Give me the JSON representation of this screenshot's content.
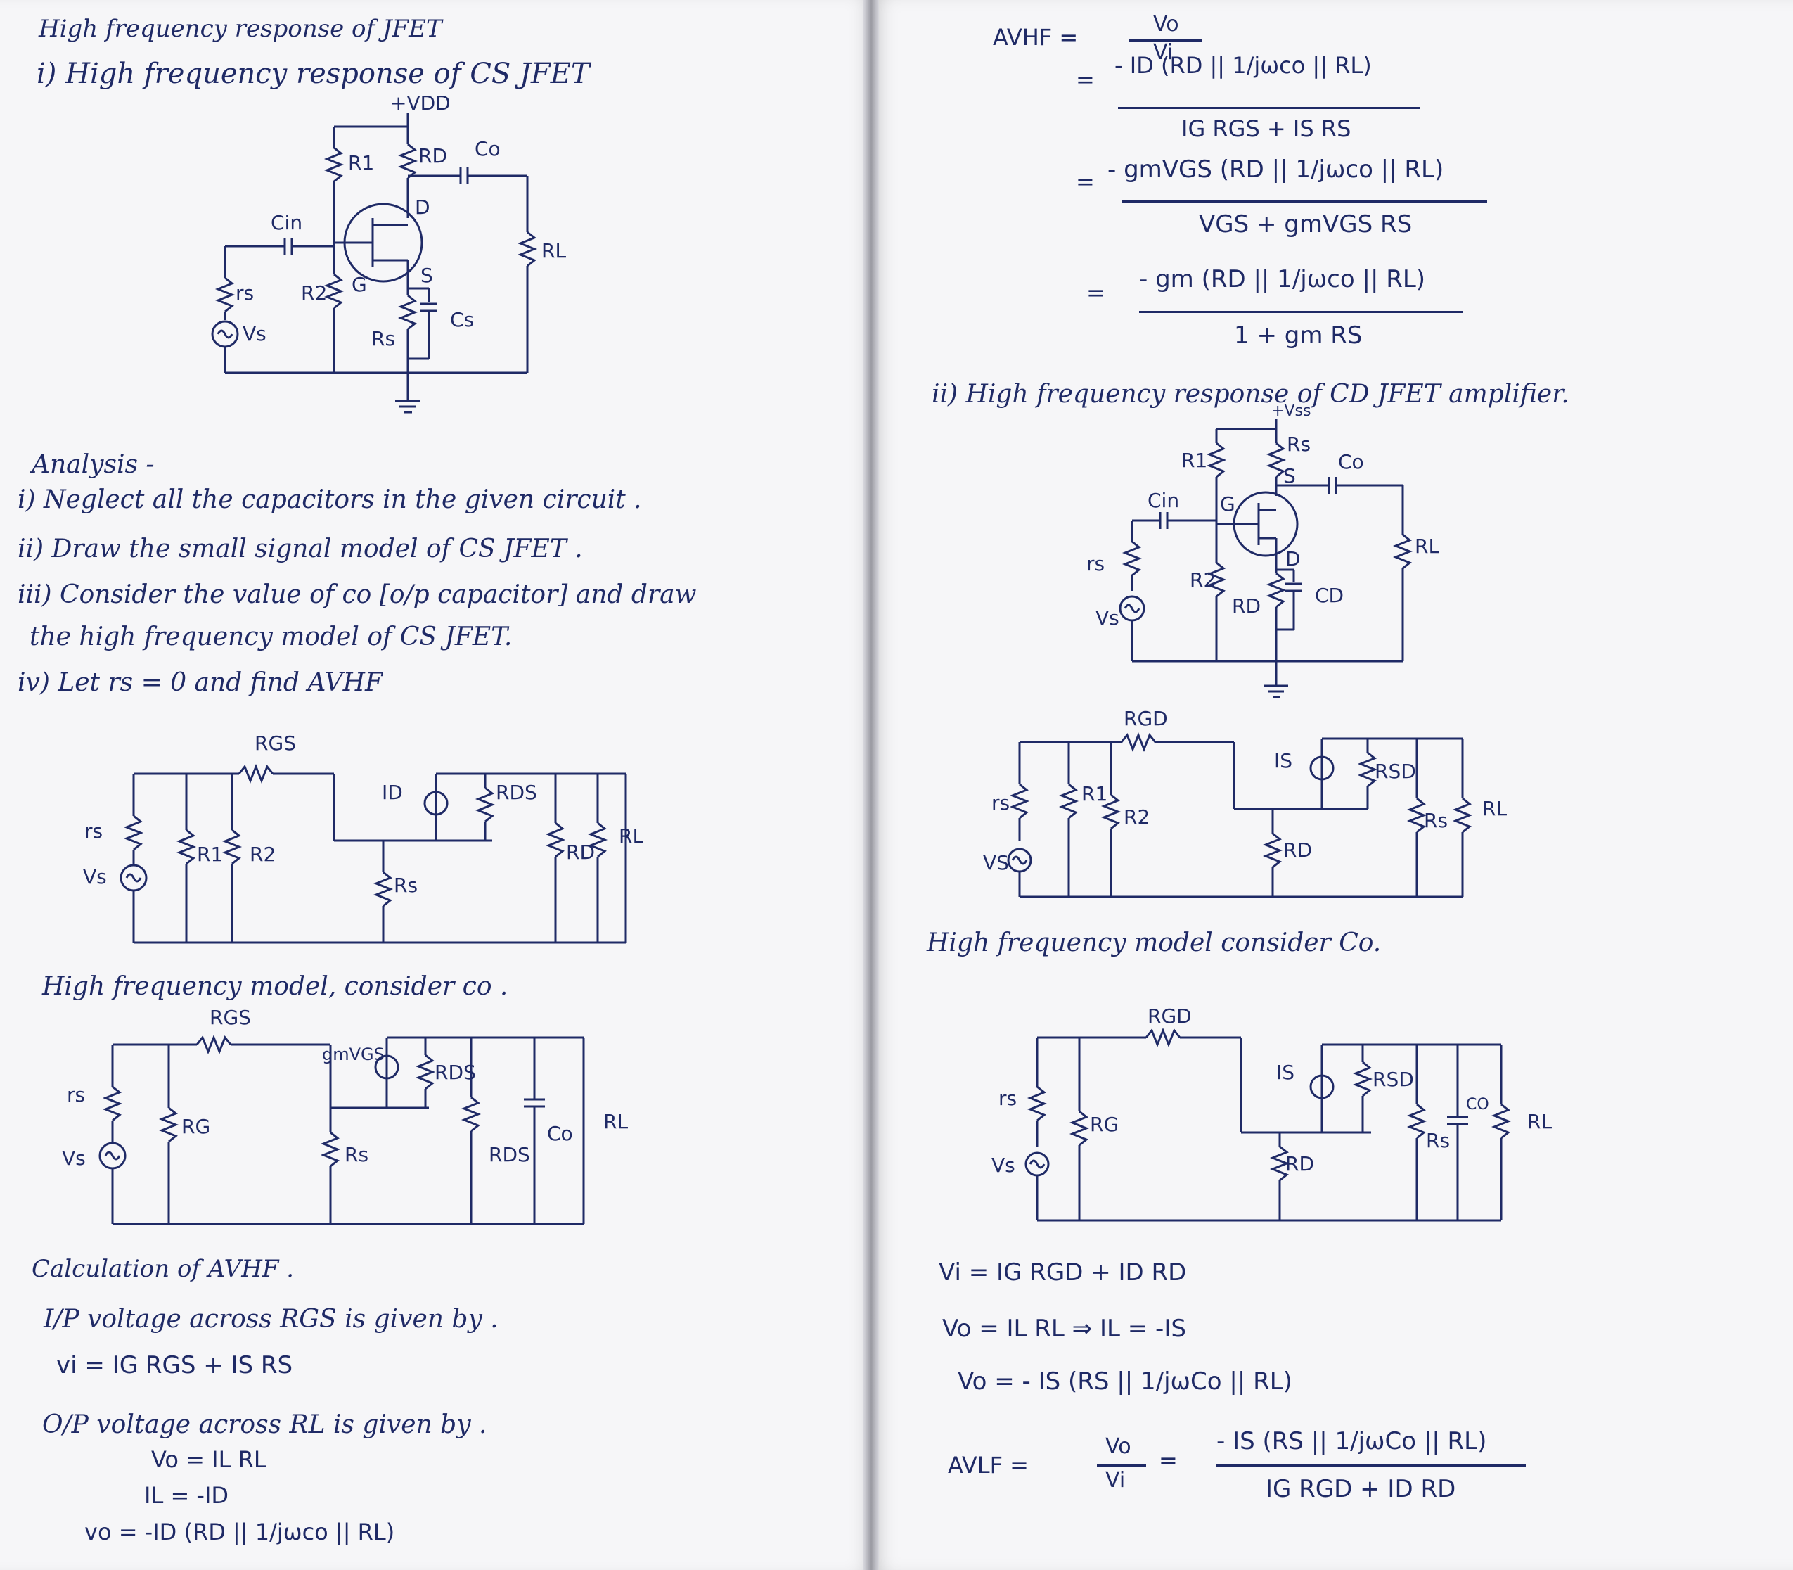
{
  "left": {
    "heading": "High frequency response of JFET",
    "section_i": "i) High frequency response of CS JFET",
    "cs_circuit_labels": {
      "vdd": "+VDD",
      "r1": "R1",
      "rd": "RD",
      "co": "Co",
      "cin": "Cin",
      "d": "D",
      "g": "G",
      "s": "S",
      "rl": "RL",
      "rs_src": "rs",
      "r2": "R2",
      "vs": "Vs",
      "rs": "Rs",
      "cs": "Cs"
    },
    "analysis_title": "Analysis -",
    "analysis_steps": [
      "i) Neglect all the capacitors in the given circuit .",
      "ii) Draw the small signal model of CS JFET .",
      "iii) Consider the value of co [o/p capacitor] and draw",
      "the high frequency model of CS JFET.",
      "iv) Let rs = 0 and find AVHF"
    ],
    "model1_labels": {
      "rgs": "RGS",
      "id": "ID",
      "rds": "RDS",
      "rs_src": "rs",
      "vs": "Vs",
      "r1": "R1",
      "r2": "R2",
      "rs": "Rs",
      "rd": "RD",
      "rl": "RL"
    },
    "hf_model_caption": "High frequency model, consider co .",
    "model2_labels": {
      "rgs": "RGS",
      "gm": "gmVGS",
      "rds": "RDS",
      "rs_src": "rs",
      "rg": "RG",
      "vs": "Vs",
      "rs": "Rs",
      "rds2": "RDS",
      "co": "Co",
      "rl": "RL"
    },
    "calc_title": "Calculation of AVHF .",
    "calc_lines": [
      "I/P voltage across RGS is given by .",
      "vi = IG RGS + IS RS",
      "O/P voltage across RL is given by .",
      "Vo = IL RL",
      "IL = -ID",
      "vo = -ID (RD || 1/jωco || RL)"
    ]
  },
  "right": {
    "avhf_lhs": "AVHF =",
    "eq1_num": "Vo",
    "eq1_den": "Vi",
    "eq2_num": "- ID (RD || 1/jωco || RL)",
    "eq2_den": "IG RGS + IS RS",
    "eq3_num": "- gmVGS (RD || 1/jωco || RL)",
    "eq3_den": "VGS + gmVGS RS",
    "eq4_num": "- gm (RD || 1/jωco || RL)",
    "eq4_den": "1 + gm RS",
    "eq_sign": "=",
    "section_ii": "ii) High frequency response of CD JFET amplifier.",
    "cd_circuit_labels": {
      "vss": "+Vss",
      "r1": "R1",
      "rs": "Rs",
      "s": "S",
      "co": "Co",
      "cin": "Cin",
      "g": "G",
      "rs_src": "rs",
      "r2": "R2",
      "d": "D",
      "rl": "RL",
      "vs": "Vs",
      "rd": "RD",
      "cd": "CD"
    },
    "model3_labels": {
      "rgd": "RGD",
      "is": "IS",
      "rsd": "RSD",
      "rs_src": "rs",
      "r1": "R1",
      "r2": "R2",
      "rs": "Rs",
      "rl": "RL",
      "vs": "VS",
      "rd": "RD"
    },
    "hf_model_caption": "High frequency model consider Co.",
    "model4_labels": {
      "rgd": "RGD",
      "is": "IS",
      "rsd": "RSD",
      "rs_src": "rs",
      "rg": "RG",
      "co": "CO",
      "rl": "RL",
      "vs": "Vs",
      "rs": "Rs",
      "rd": "RD"
    },
    "calc_lines": [
      "Vi = IG RGD + ID RD",
      "Vo = IL RL      ⇒ IL = -IS",
      "Vo = - IS (RS || 1/jωCo || RL)"
    ],
    "avlf_lhs": "AVLF =",
    "avlf_mid_num": "Vo",
    "avlf_mid_den": "Vi",
    "avlf_num": "- IS (RS || 1/jωCo || RL)",
    "avlf_den": "IG RGD + ID RD"
  }
}
